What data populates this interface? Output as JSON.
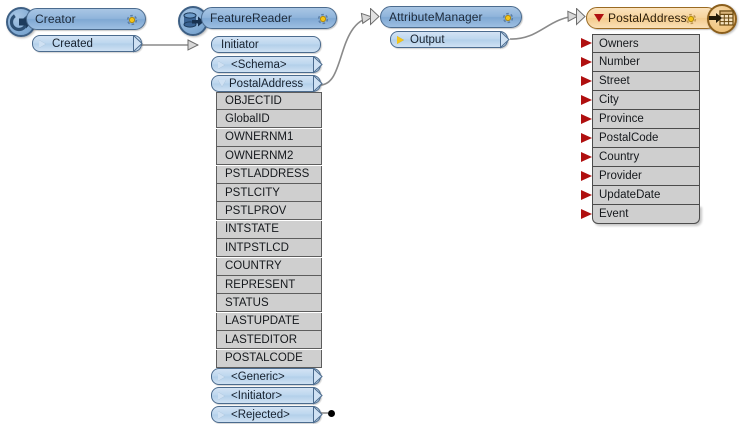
{
  "diagram": {
    "title": "FME Workbench dataflow",
    "colors": {
      "header_blue": "#8fb4db",
      "header_orange": "#f3cc8e",
      "port_blue": "#bcd6ee",
      "attr_grey": "#cfcfcf",
      "red_arrow": "#b01010",
      "gear_yellow": "#f5c518",
      "wire_grey": "#808080"
    }
  },
  "nodes": {
    "creator": {
      "title": "Creator",
      "icon": "creator-circle-arrow-icon",
      "gear": "gear-icon",
      "ports": [
        {
          "label": "Created",
          "marker": "triangle-right"
        }
      ]
    },
    "feature_reader": {
      "title": "FeatureReader",
      "icon": "database-arrow-icon",
      "gear": "gear-icon",
      "input_ports": [
        {
          "label": "Initiator",
          "marker": "none"
        }
      ],
      "output_ports": [
        {
          "label": "<Schema>",
          "marker": "triangle-right"
        },
        {
          "label": "PostalAddress",
          "marker": "triangle-down"
        }
      ],
      "attributes": [
        "OBJECTID",
        "GlobalID",
        "OWNERNM1",
        "OWNERNM2",
        "PSTLADDRESS",
        "PSTLCITY",
        "PSTLPROV",
        "INTSTATE",
        "INTPSTLCD",
        "COUNTRY",
        "REPRESENT",
        "STATUS",
        "LASTUPDATE",
        "LASTEDITOR",
        "POSTALCODE"
      ],
      "extra_ports": [
        {
          "label": "<Generic>",
          "marker": "triangle-right"
        },
        {
          "label": "<Initiator>",
          "marker": "triangle-right"
        },
        {
          "label": "<Rejected>",
          "marker": "triangle-right"
        }
      ]
    },
    "attribute_manager": {
      "title": "AttributeManager",
      "gear": "gear-icon",
      "ports": [
        {
          "label": "Output",
          "marker": "triangle-right-yellow"
        }
      ]
    },
    "postal_address_writer": {
      "title": "PostalAddress",
      "icon": "writer-table-arrow-icon",
      "gear": "gear-icon",
      "marker": "triangle-down-red",
      "fields": [
        "Owners",
        "Number",
        "Street",
        "City",
        "Province",
        "PostalCode",
        "Country",
        "Provider",
        "UpdateDate",
        "Event"
      ]
    }
  },
  "connections": [
    {
      "from": "creator.Created",
      "to": "feature_reader.Initiator",
      "style": "straight"
    },
    {
      "from": "feature_reader.PostalAddress",
      "to": "attribute_manager.input",
      "style": "curved"
    },
    {
      "from": "attribute_manager.Output",
      "to": "postal_address_writer.input",
      "style": "curved"
    },
    {
      "from": "feature_reader.<Rejected>",
      "to": "endpoint-dot",
      "style": "stub"
    }
  ]
}
